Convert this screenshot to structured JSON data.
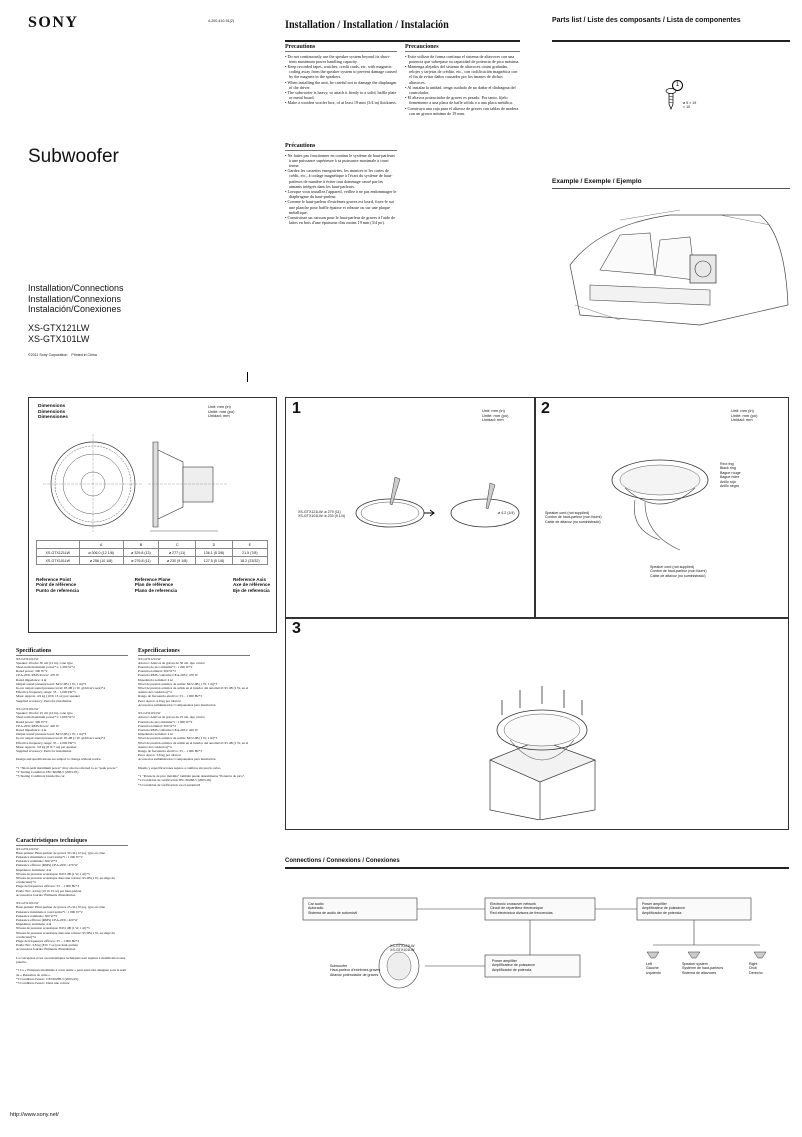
{
  "brand": "SONY",
  "doc_code": "4-200-410-51(2)",
  "product_title": "Subwoofer",
  "subtitles": [
    "Installation/Connections",
    "Installation/Connexions",
    "Instalación/Conexiones"
  ],
  "models": [
    "XS-GTX121LW",
    "XS-GTX101LW"
  ],
  "copyright": "©2011 Sony Corporation",
  "printed": "Printed in China",
  "url": "http://www.sony.net/",
  "main_header": "Installation / Installation / Instalación",
  "parts_header": "Parts list / Liste des composants / Lista de componentes",
  "parts_callout": "1",
  "parts_item_label": "ø 5 × 19\n× 10",
  "example_header": "Example / Exemple / Ejemplo",
  "precautions": {
    "en_title": "Precautions",
    "en_items": [
      "Do not continuously use the speaker system beyond its short-term maximum power handling capacity.",
      "Keep recorded tapes, watches, credit cards, etc. with magnetic coding away from the speaker system to prevent damage caused by the magnets in the speakers.",
      "When installing the unit, be careful not to damage the diaphragm of the driver.",
      "The subwoofer is heavy, so attach it firmly to a solid, baffle plate or metal board.",
      "Make a wooden woofer box, of at least 19 mm (3/4 in) thickness."
    ],
    "fr_title": "Précautions",
    "fr_items": [
      "Ne faites pas fonctionner en continu le système de haut-parleurs à une puissance supérieure à sa puissance maximale à court terme.",
      "Gardez les cassettes enregistrées, les montres et les cartes de crédit, etc., à codage magnétique à l'écart du système de haut-parleurs de manière à éviter tout dommage causé par les aimants intégrés dans les haut-parleurs.",
      "Lorsque vous installez l'appareil, veillez à ne pas endommager le diaphragme du haut-parleur.",
      "Comme le haut-parleur d'extrêmes graves est lourd, fixez-le sur une planche pour baffle épaisse et robuste ou sur une plaque métallique.",
      "Construisez un caisson pour le haut-parleur de graves à l'aide de lattes en bois d'une épaisseur d'au moins 19 mm (3/4 po)."
    ],
    "es_title": "Precauciones",
    "es_items": [
      "Evite utilizar de forma continua el sistema de altavoces con una potencia que sobrepase su capacidad de potencia de pico máxima.",
      "Mantenga alejados del sistema de altavoces cintas grabadas, relojes y tarjetas de crédito, etc., con codificación magnética con el fin de evitar daños causados por los imanes de dichos altavoces.",
      "Al instalar la unidad, tenga cuidado de no dañar el diafragma del controlador.",
      "El altavoz potenciador de graves es pesado. Por tanto, fíjelo firmemente a una placa de bafle sólida o a una placa metálica.",
      "Construya una caja para el altavoz de graves con tablas de madera con un grosor mínimo de 19 mm."
    ]
  },
  "dimensions": {
    "title_en": "Dimensions",
    "title_fr": "Dimensions",
    "title_es": "Dimensiones",
    "units": "Unit: mm (in)\nUnité: mm (po)\nUnidad: mm",
    "letters": [
      "A",
      "B",
      "C",
      "D",
      "E"
    ],
    "rows": [
      [
        "XS-GTX121LW",
        "ø 306.0 (12 1/8)",
        "ø 329.8 (13)",
        "ø 277 (11)",
        "136.1 (5 3/8)",
        "21.5 (7/8)"
      ],
      [
        "XS-GTX101LW",
        "ø 256 (10 1/8)",
        "ø 276.8 (11)",
        "ø 230 (9 1/8)",
        "127.5 (5 1/8)",
        "18.2 (23/32)"
      ]
    ],
    "ref_point": "Reference Point\nPoint de référence\nPunto de referencia",
    "ref_plane": "Reference Plane\nPlan de référence\nPlano de referencia",
    "ref_axis": "Reference Axis\nAxe de référence\nEje de referencia"
  },
  "step1": {
    "num": "1",
    "units": "Unit: mm (in)\nUnité: mm (po)\nUnidad: mm",
    "label": "XS-GTX121LW: ø 279 (11)\nXS-GTX101LW: ø 233 (9 1/4)",
    "drill": "ø 4.2 (1/4)"
  },
  "step2": {
    "num": "2",
    "units": "Unit: mm (in)\nUnité: mm (po)\nUnidad: mm",
    "red": "Red ring\nBlack ring\nBague rouge\nBague noire\nAnillo rojo\nAnillo negro",
    "cord1": "Speaker cord (not supplied)\nCordon de haut-parleur (non fourni)\nCable de altavoz (no suministrado)",
    "cord2": "Speaker cord (not supplied)\nCordon de haut-parleur (non fourni)\nCable de altavoz (no suministrado)"
  },
  "step3": {
    "num": "3"
  },
  "specs": {
    "en_title": "Specifications",
    "en_text": "XS-GTX121LW\nSpeaker: Woofer 30 cm (12 in), cone type\nShort-term maximum power*1: 1,200 W*2\nRated power: 300 W*2\nCEA-2031 RMS Power: 470 W\nRated impedance: 4 Ω\nOutput sound pressure level: 84±2 dB (1 W, 1 m)*3\nIn-car output sound pressure level: 95 dB (1 W, @driver's seat)*4\nEffective frequency range: 33 – 1,000 Hz*3\nMass: Approx. 4.9 kg (10 lb 13 oz) per speaker\nSupplied accessory: Parts for installation\n\nXS-GTX101LW\nSpeaker: Woofer 25 cm (10 in), cone type\nShort-term maximum power*1: 1,000 W*2\nRated power: 300 W*2\nCEA-2031 RMS Power: 420 W\nRated impedance: 4 Ω\nOutput sound pressure level: 84±2 dB (1 W, 1 m)*3\nIn-car output sound pressure level: 95 dB (1 W, @driver's seat)*4\nEffective frequency range: 35 – 1,000 Hz*3\nMass: Approx. 3.8 kg (8 lb 7 oz) per speaker\nSupplied accessory: Parts for installation\n\nDesign and specifications are subject to change without notice.\n\n*1 \"Short-term maximum power\" may also be referred to as \"peak power.\"\n*2 Testing Condition: IEC 60268-5 (2003-05)\n*3 Testing Condition: Inside the car",
    "fr_title": "Caractéristiques techniques",
    "fr_text": "XS-GTX121LW\nHaut-parleur: Haut-parleur de graves 30 cm (12 po), type en cône\nPuissance maximale à court terme*1: 1 200 W*2\nPuissance nominale: 300 W*2\nPuissance efficace (RMS) CEA-2031: 470 W\nImpédance nominale: 4 Ω\nNiveau de pression acoustique: 84±2 dB (1 W, 1 m)*3\nNiveau de pression acoustique dans une voiture: 95 dB (1 W, au siège du conducteur)*4\nPlage de fréquences efficace: 33 – 1 000 Hz*3\nPoids: Env. 4,9 kg (10 lb 13 oz) par haut-parleur\nAccessoires fournis: Éléments d'installation\n\nXS-GTX101LW\nHaut-parleur: Haut-parleur de graves 25 cm (10 po), type en cône\nPuissance maximale à court terme*1: 1 000 W*2\nPuissance nominale: 300 W*2\nPuissance efficace (RMS) CEA-2031: 420 W\nImpédance nominale: 4 Ω\nNiveau de pression acoustique: 84±2 dB (1 W, 1 m)*3\nNiveau de pression acoustique dans une voiture: 95 dB (1 W, au siège du conducteur)*4\nPlage de fréquences efficace: 35 – 1 000 Hz*3\nPoids: Env. 3,8 kg (8 lb 7 oz) par haut-parleur\nAccessoires fournis: Éléments d'installation\n\nLa conception et les caractéristiques techniques sont sujettes à modification sans préavis.\n\n*1 La « Puissance maximale à court terme » peut aussi être désignée sous le nom de « Puissance de crête ».\n*2 Condition d'essai : CEI 60268-5 (2003-05)\n*3 Condition d'essai : Dans une voiture",
    "es_title": "Especificaciones",
    "es_text": "XS-GTX121LW\nAltavoz: Altavoz de graves de 30 cm, tipo cónico\nPotencia de pico máxima*1: 1 200 W*2\nPotencia nominal: 300 W*2\nPotencia RMS conforme CEA-2031: 470 W\nImpedancia nominal: 4 Ω\nNivel de presión acústica de salida: 84±2 dB (1 W, 1 m)*3\nNivel de presión acústica de salida en el interior del automóvil: 95 dB (1 W, en el asiento del conductor)*4\nRango de frecuencia efectivo: 33 – 1 000 Hz*3\nPeso: Aprox. 4,9 kg por altavoz\nAccesorios suministrados: Componentes para instalación\n\nXS-GTX101LW\nAltavoz: Altavoz de graves de 25 cm, tipo cónico\nPotencia de pico máxima*1: 1 000 W*2\nPotencia nominal: 300 W*2\nPotencia RMS conforme CEA-2031: 420 W\nImpedancia nominal: 4 Ω\nNivel de presión acústica de salida: 84±2 dB (1 W, 1 m)*3\nNivel de presión acústica de salida en el interior del automóvil: 95 dB (1 W, en el asiento del conductor)*4\nRango de frecuencia efectivo: 35 – 1 000 Hz*3\nPeso: Aprox. 3,8 kg por altavoz\nAccesorios suministrados: Componentes para instalación\n\nDiseño y especificaciones sujetos a cambios sin previo aviso.\n\n*1 \"Potencia de pico máxima\" también puede denominarse \"Potencia de pico\".\n*2 Condición de verificación: IEC 60268-5 (2003-05)\n*3 Condición de verificación: en el automóvil"
  },
  "connections": {
    "header": "Connections / Connexions / Conexiones",
    "car_audio": "Car audio\nAutoradio\nSistema de audio de automóvil",
    "crossover": "Electronic crossover network\nCircuit de répartiteur électronique\nRed electrónica divisora de frecuencias",
    "power_amp_top": "Power amplifier\nAmplificateur de puissance\nAmplificador de potencia",
    "models": "XS-GTX121LW\nXS-GTX101LW",
    "subwoofer": "Subwoofer\nHaut-parleur d'extrêmes graves\nAltavoz potenciador de graves",
    "power_amp_bottom": "Power amplifier\nAmplificateur de puissance\nAmplificador de potencia",
    "left": "Left\nGauche\nIzquierdo",
    "speaker_system": "Speaker system\nSystème de haut-parleurs\nSistema de altavoces",
    "right": "Right\nDroit\nDerecho"
  }
}
